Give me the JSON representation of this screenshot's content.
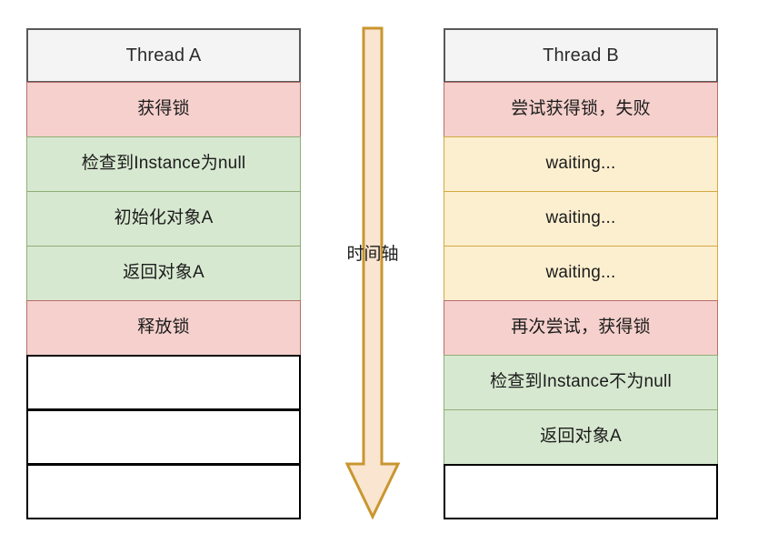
{
  "diagram": {
    "title": "Double-checked locking thread timeline",
    "colors": {
      "lock_fill": "#f5d0cc",
      "lock_border": "#b56e6b",
      "work_fill": "#d7e8d0",
      "work_border": "#8fae78",
      "wait_fill": "#fcefcf",
      "wait_border": "#d3a942",
      "header_fill": "#f4f4f4",
      "header_border": "#595959",
      "empty_fill": "#ffffff",
      "empty_border": "#000000",
      "arrow_fill": "#fae5d0",
      "arrow_border": "#c9962f"
    }
  },
  "timeline": {
    "label": "时间轴",
    "icon": "down-arrow-icon",
    "direction": "down"
  },
  "thread_a": {
    "header": "Thread A",
    "rows": [
      {
        "text": "获得锁",
        "kind": "lock"
      },
      {
        "text": "检查到Instance为null",
        "kind": "work"
      },
      {
        "text": "初始化对象A",
        "kind": "work"
      },
      {
        "text": "返回对象A",
        "kind": "work"
      },
      {
        "text": "释放锁",
        "kind": "lock"
      },
      {
        "text": "",
        "kind": "empty"
      },
      {
        "text": "",
        "kind": "empty"
      },
      {
        "text": "",
        "kind": "empty"
      }
    ]
  },
  "thread_b": {
    "header": "Thread B",
    "rows": [
      {
        "text": "尝试获得锁，失败",
        "kind": "lock"
      },
      {
        "text": "waiting...",
        "kind": "wait"
      },
      {
        "text": "waiting...",
        "kind": "wait"
      },
      {
        "text": "waiting...",
        "kind": "wait"
      },
      {
        "text": "再次尝试，获得锁",
        "kind": "lock"
      },
      {
        "text": "检查到Instance不为null",
        "kind": "work"
      },
      {
        "text": "返回对象A",
        "kind": "work"
      },
      {
        "text": "",
        "kind": "empty"
      }
    ]
  }
}
